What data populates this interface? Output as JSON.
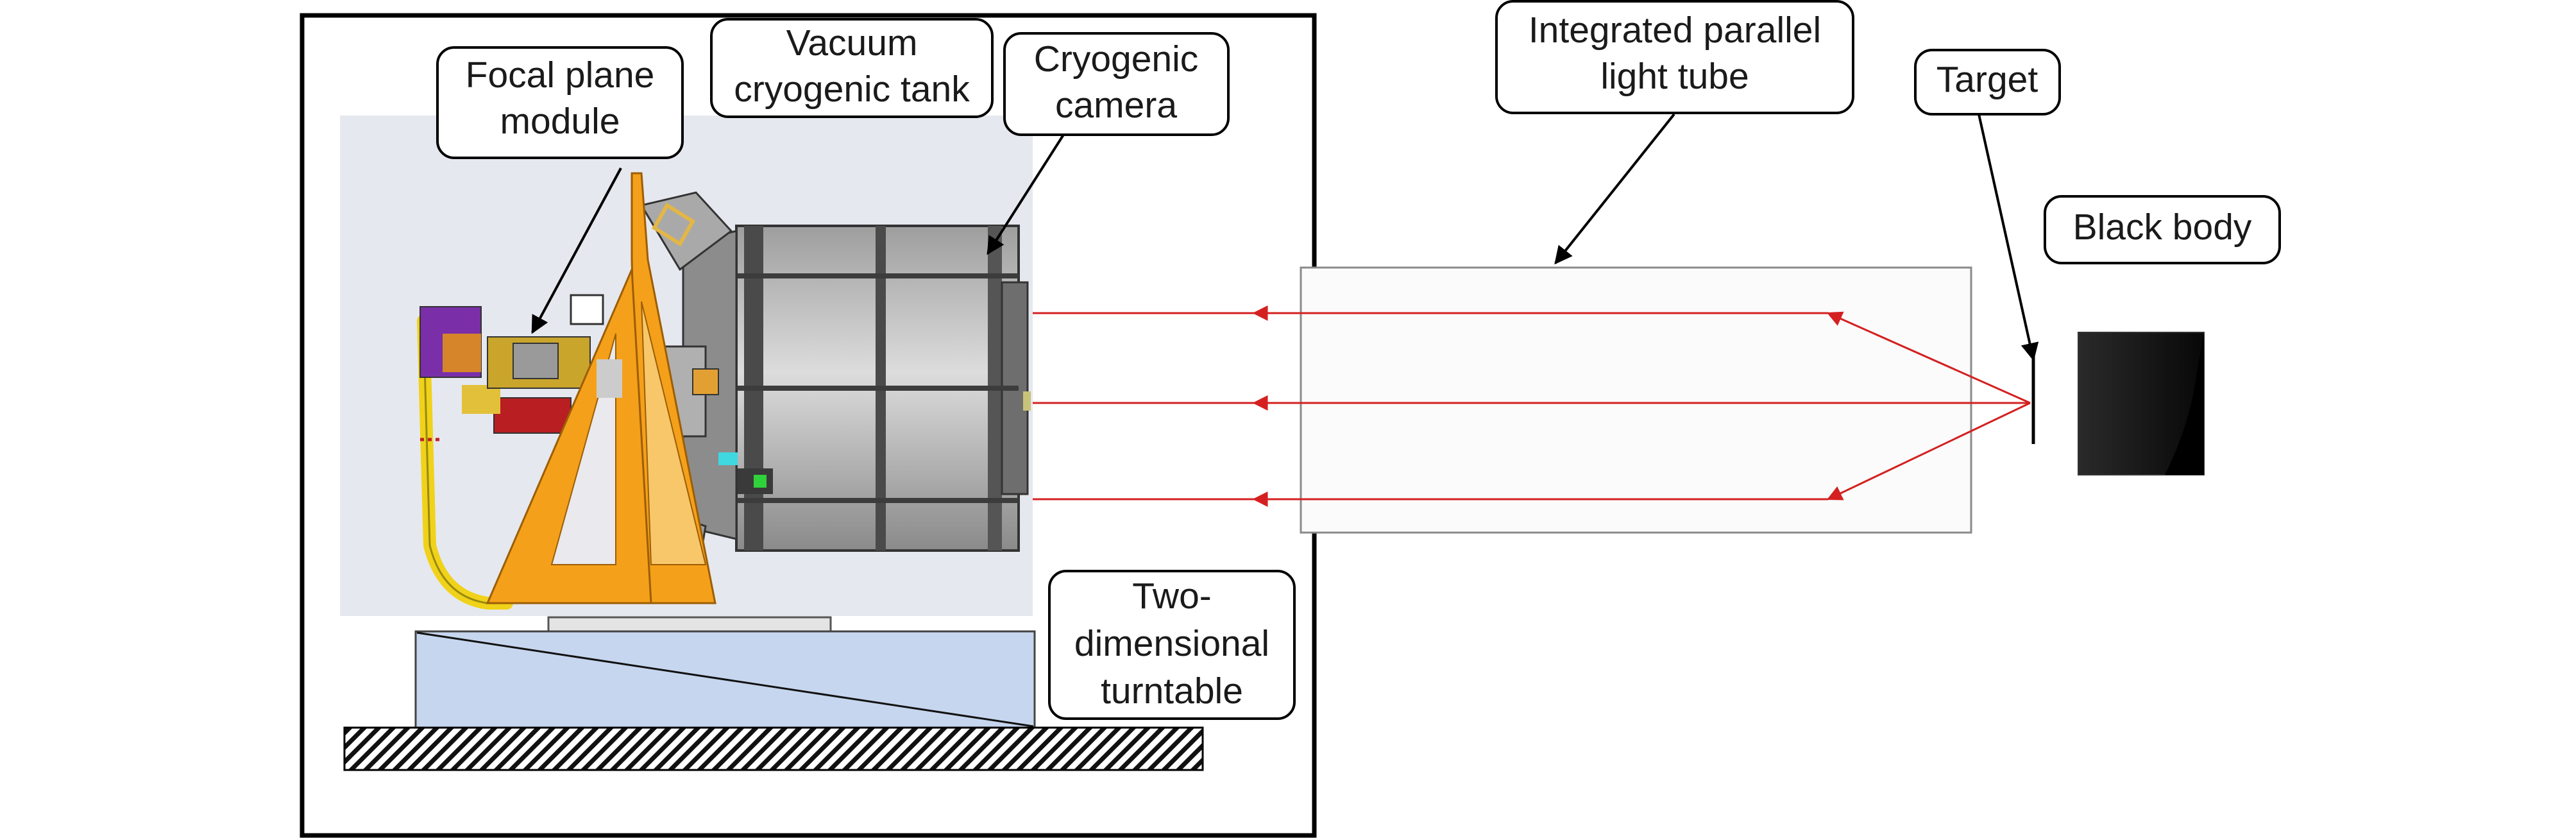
{
  "labels": {
    "focal_plane_l1": "Focal plane",
    "focal_plane_l2": "module",
    "vacuum_l1": "Vacuum",
    "vacuum_l2": "cryogenic tank",
    "cryo_l1": "Cryogenic",
    "cryo_l2": "camera",
    "tube_l1": "Integrated parallel",
    "tube_l2": "light tube",
    "target": "Target",
    "black_body": "Black body",
    "turntable_l1": "Two-",
    "turntable_l2": "dimensional",
    "turntable_l3": "turntable"
  },
  "colors": {
    "ray": "#d42020",
    "frame_blue": "#c6d6ee",
    "support_orange": "#f5a01a",
    "camera_grey": "#b9b9b9",
    "blackbody": "#161616"
  }
}
